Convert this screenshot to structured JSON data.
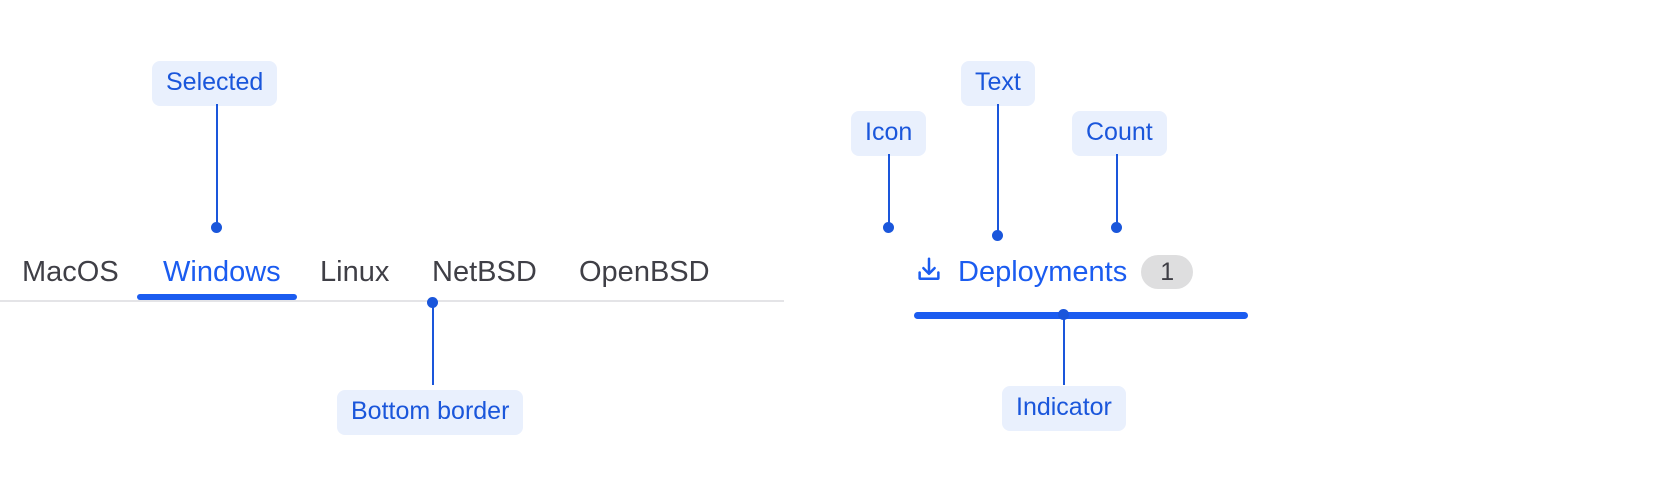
{
  "left_group": {
    "name": "os-tabs",
    "tabs": [
      {
        "label": "MacOS",
        "selected": false
      },
      {
        "label": "Windows",
        "selected": true
      },
      {
        "label": "Linux",
        "selected": false
      },
      {
        "label": "NetBSD",
        "selected": false
      },
      {
        "label": "OpenBSD",
        "selected": false
      }
    ],
    "annotations": {
      "selected": "Selected",
      "bottom_border": "Bottom border"
    }
  },
  "right_group": {
    "tab": {
      "icon": "download-icon",
      "label": "Deployments",
      "count": "1",
      "selected": true
    },
    "annotations": {
      "icon": "Icon",
      "text": "Text",
      "count": "Count",
      "indicator": "Indicator"
    }
  },
  "colors": {
    "accent": "#1b5cf0",
    "annotation_text": "#1a56db",
    "annotation_bg": "#e9f0fd",
    "tab_text": "#3f3f46",
    "border": "#e4e4e7",
    "count_bg": "#dededf"
  }
}
